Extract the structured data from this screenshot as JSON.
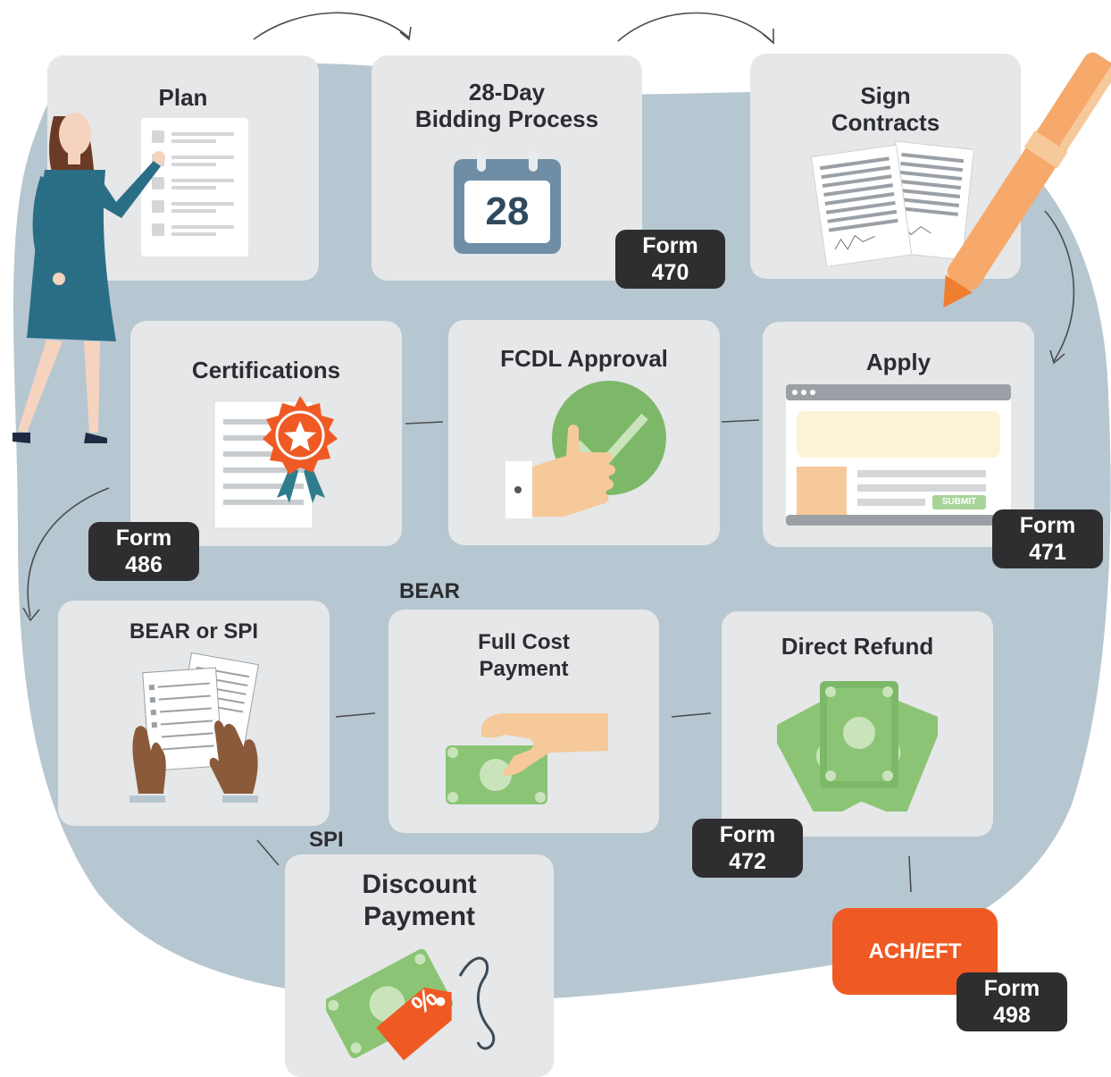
{
  "steps": {
    "plan": "Plan",
    "bidding": "28-Day\nBidding Process",
    "calendar_day": "28",
    "sign": "Sign\nContracts",
    "certifications": "Certifications",
    "fcdl": "FCDL Approval",
    "apply": "Apply",
    "submit": "SUBMIT",
    "bear_or_spi": "BEAR or SPI",
    "full_cost": "Full Cost\nPayment",
    "direct_refund": "Direct Refund",
    "discount": "Discount\nPayment",
    "discount_tag": "%"
  },
  "forms": {
    "f470": "Form\n470",
    "f471": "Form\n471",
    "f486": "Form\n486",
    "f472": "Form\n472",
    "f498": "Form\n498",
    "ach": "ACH/EFT"
  },
  "labels": {
    "bear": "BEAR",
    "spi": "SPI"
  },
  "colors": {
    "blob": "#b7c7d1",
    "card": "#e6e7e8",
    "badge": "#2e2e30",
    "accent_orange": "#ef5a24",
    "money_green": "#8cc475",
    "check_green": "#7cb868"
  }
}
